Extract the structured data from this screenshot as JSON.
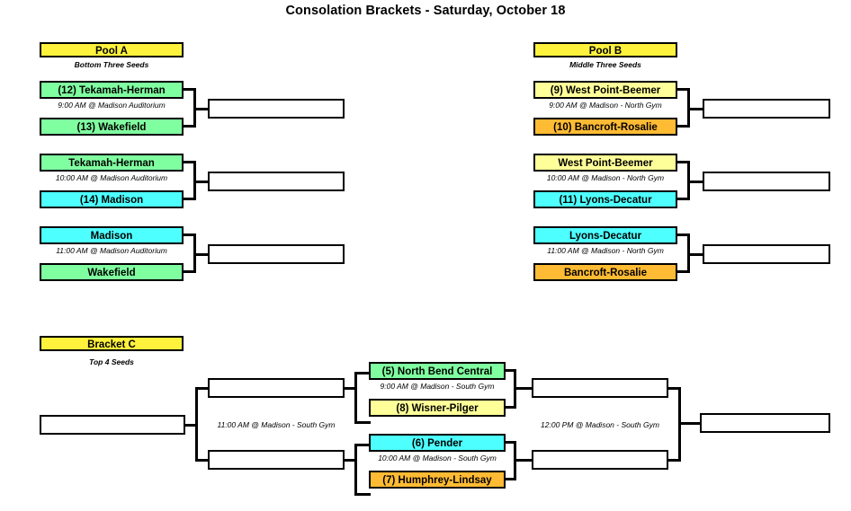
{
  "page": {
    "title": "Consolation Brackets - Saturday, October 18"
  },
  "pools": [
    {
      "id": "pool-a",
      "header": "Pool A",
      "subtitle": "Bottom Three Seeds",
      "games": [
        {
          "time": "9:00 AM @ Madison Auditorium",
          "top": "(12) Tekamah-Herman",
          "top_color": "green",
          "bottom": "(13) Wakefield",
          "bottom_color": "green",
          "winner": ""
        },
        {
          "time": "10:00 AM @ Madison Auditorium",
          "top": "Tekamah-Herman",
          "top_color": "green",
          "bottom": "(14) Madison",
          "bottom_color": "cyan",
          "winner": ""
        },
        {
          "time": "11:00 AM @ Madison Auditorium",
          "top": "Madison",
          "top_color": "cyan",
          "bottom": "Wakefield",
          "bottom_color": "green",
          "winner": ""
        }
      ]
    },
    {
      "id": "pool-b",
      "header": "Pool B",
      "subtitle": "Middle Three Seeds",
      "games": [
        {
          "time": "9:00 AM @ Madison - North Gym",
          "top": "(9) West Point-Beemer",
          "top_color": "lyell",
          "bottom": "(10) Bancroft-Rosalie",
          "bottom_color": "orange",
          "winner": ""
        },
        {
          "time": "10:00 AM @ Madison - North Gym",
          "top": "West Point-Beemer",
          "top_color": "lyell",
          "bottom": "(11) Lyons-Decatur",
          "bottom_color": "cyan",
          "winner": ""
        },
        {
          "time": "11:00 AM @ Madison - North Gym",
          "top": "Lyons-Decatur",
          "top_color": "cyan",
          "bottom": "Bancroft-Rosalie",
          "bottom_color": "orange",
          "winner": ""
        }
      ]
    }
  ],
  "bracket_c": {
    "id": "bracket-c",
    "header": "Bracket C",
    "subtitle": "Top 4 Seeds",
    "champion": "",
    "final": {
      "time": "11:00 AM @ Madison  - South Gym",
      "upper_slot": "",
      "lower_slot": ""
    },
    "semifinal": {
      "time": "12:00 PM @ Madison  - South Gym",
      "upper_slot": "",
      "lower_slot": ""
    },
    "quarterfinals": [
      {
        "time": "9:00 AM @ Madison  - South Gym",
        "top": "(5) North Bend Central",
        "top_color": "green",
        "bottom": "(8) Wisner-Pilger",
        "bottom_color": "lyell"
      },
      {
        "time": "10:00 AM @ Madison  - South Gym",
        "top": "(6) Pender",
        "top_color": "cyan",
        "bottom": "(7) Humphrey-Lindsay",
        "bottom_color": "orange"
      }
    ]
  },
  "colors": {
    "header_yellow": "#fff23d",
    "green": "#80ffa0",
    "cyan": "#4dffff",
    "orange": "#ffbb33",
    "light_yellow": "#ffff99",
    "line": "#000000"
  }
}
